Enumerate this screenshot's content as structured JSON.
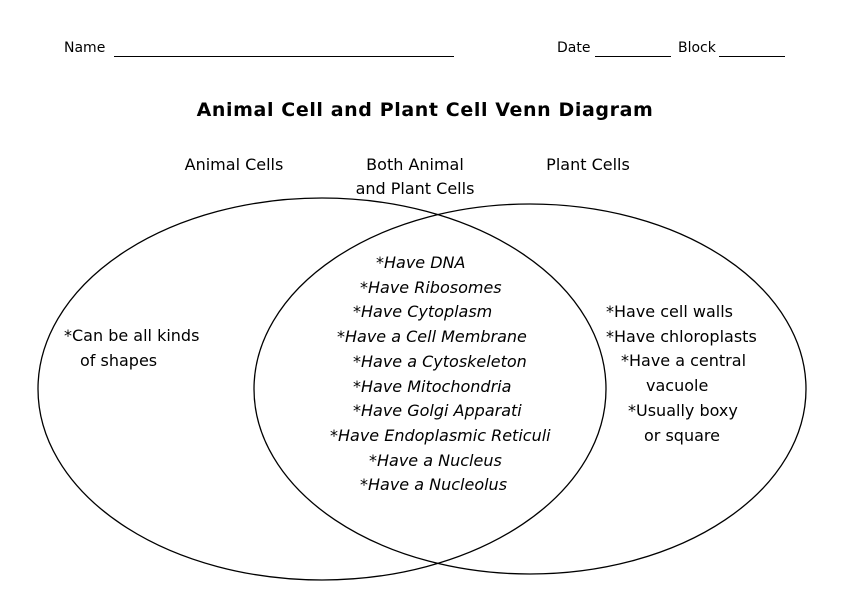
{
  "header": {
    "name_label": "Name",
    "date_label": "Date",
    "block_label": "Block"
  },
  "title": "Animal Cell and Plant Cell Venn Diagram",
  "labels": {
    "animal": "Animal Cells",
    "both_line1": "Both Animal",
    "both_line2": "and Plant Cells",
    "plant": "Plant Cells"
  },
  "animal_items": [
    "*Can be all kinds",
    "of shapes"
  ],
  "both_items": [
    "*Have DNA",
    "*Have Ribosomes",
    "*Have Cytoplasm",
    "*Have a Cell Membrane",
    "*Have a Cytoskeleton",
    "*Have Mitochondria",
    "*Have Golgi Apparati",
    "*Have Endoplasmic Reticuli",
    "*Have a Nucleus",
    "*Have a Nucleolus"
  ],
  "plant_items": [
    "*Have cell walls",
    "*Have chloroplasts",
    "*Have a central",
    "vacuole",
    "*Usually boxy",
    "or square"
  ]
}
